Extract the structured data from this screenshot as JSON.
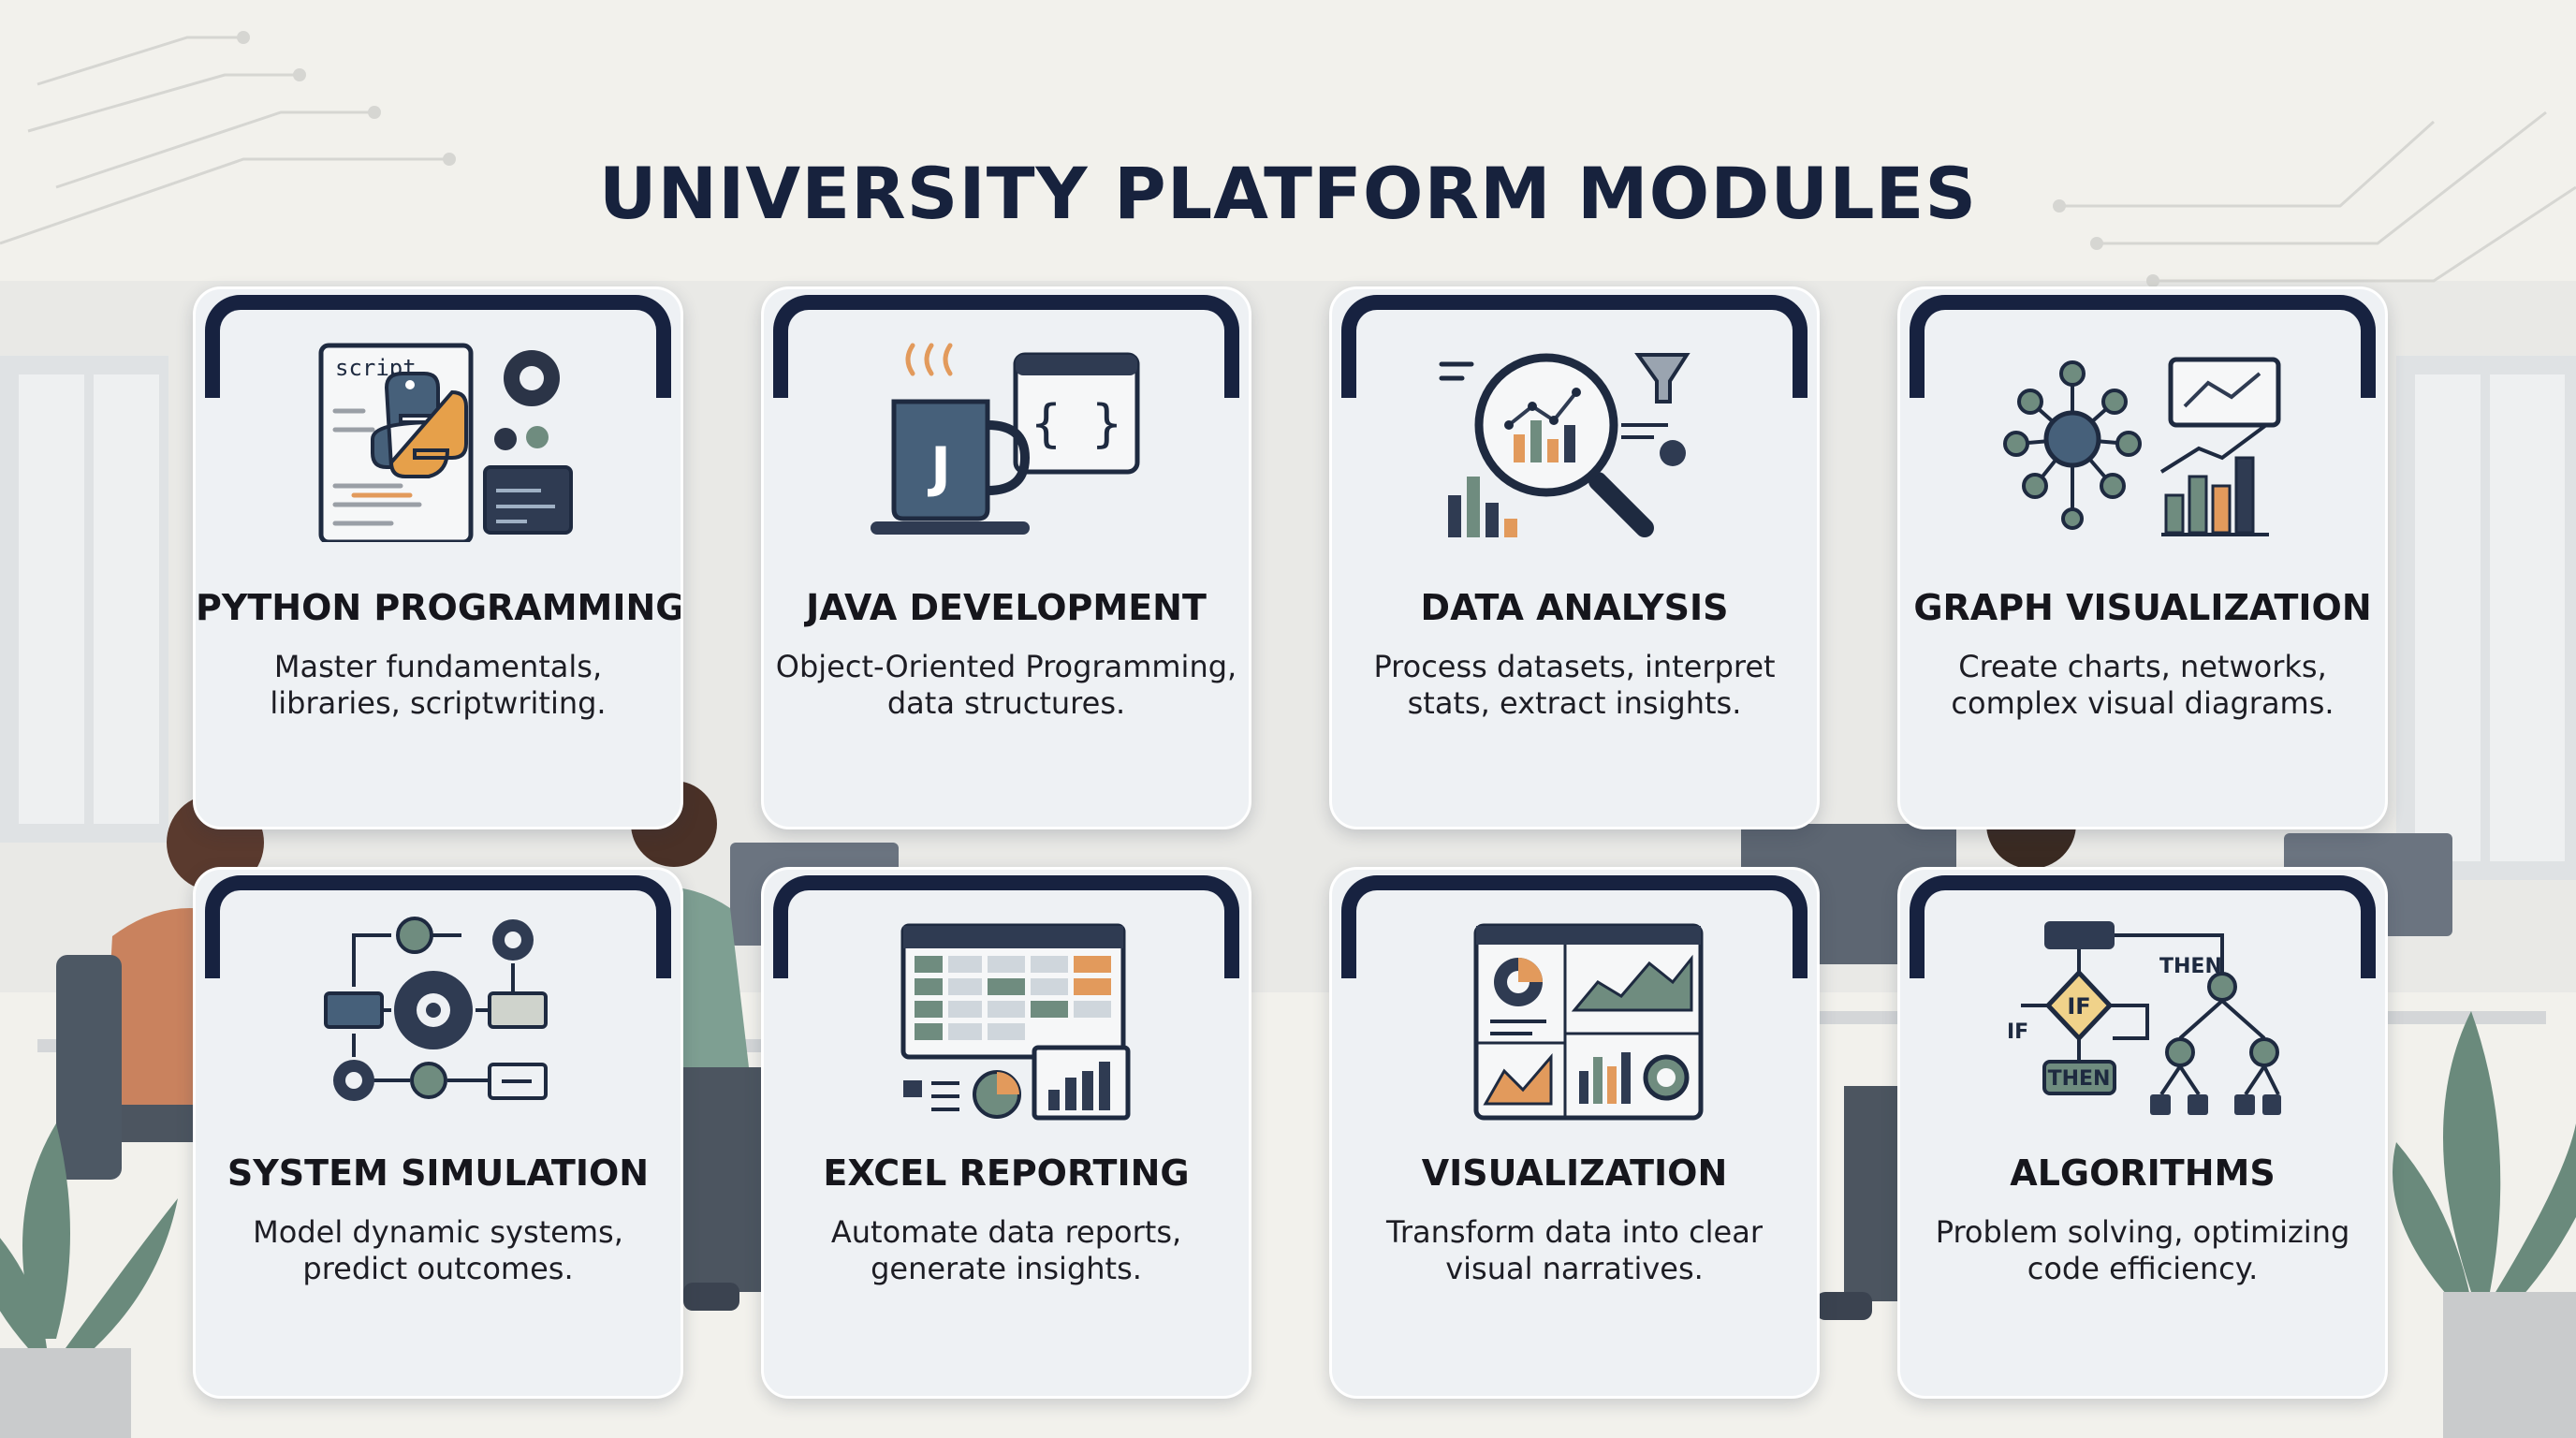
{
  "page_title": "UNIVERSITY PLATFORM MODULES",
  "modules": [
    {
      "title": "PYTHON PROGRAMMING",
      "description": "Master fundamentals,\nlibraries, scriptwriting.",
      "icon": "python-script-icon"
    },
    {
      "title": "JAVA DEVELOPMENT",
      "description": "Object-Oriented Programming,\ndata structures.",
      "icon": "java-coffee-icon"
    },
    {
      "title": "DATA ANALYSIS",
      "description": "Process datasets, interpret\nstats, extract insights.",
      "icon": "magnifier-chart-icon"
    },
    {
      "title": "GRAPH VISUALIZATION",
      "description": "Create charts, networks,\ncomplex visual diagrams.",
      "icon": "network-graph-icon"
    },
    {
      "title": "SYSTEM SIMULATION",
      "description": "Model dynamic systems,\npredict outcomes.",
      "icon": "gears-flow-icon"
    },
    {
      "title": "EXCEL REPORTING",
      "description": "Automate data reports,\ngenerate insights.",
      "icon": "spreadsheet-icon"
    },
    {
      "title": "VISUALIZATION",
      "description": "Transform data into clear\nvisual narratives.",
      "icon": "dashboard-icon"
    },
    {
      "title": "ALGORITHMS",
      "description": "Problem solving, optimizing\ncode efficiency.",
      "icon": "flowchart-icon"
    }
  ],
  "icon_text": {
    "script_label": "script",
    "java_letter": "J",
    "braces": "{ }",
    "if_label": "IF",
    "then_label": "THEN"
  },
  "colors": {
    "navy": "#172240",
    "title": "#17223d",
    "orange": "#e29a5c",
    "teal": "#4e7468",
    "slate": "#3f5064",
    "card": "#eef1f4",
    "background": "#f2f1ec"
  }
}
